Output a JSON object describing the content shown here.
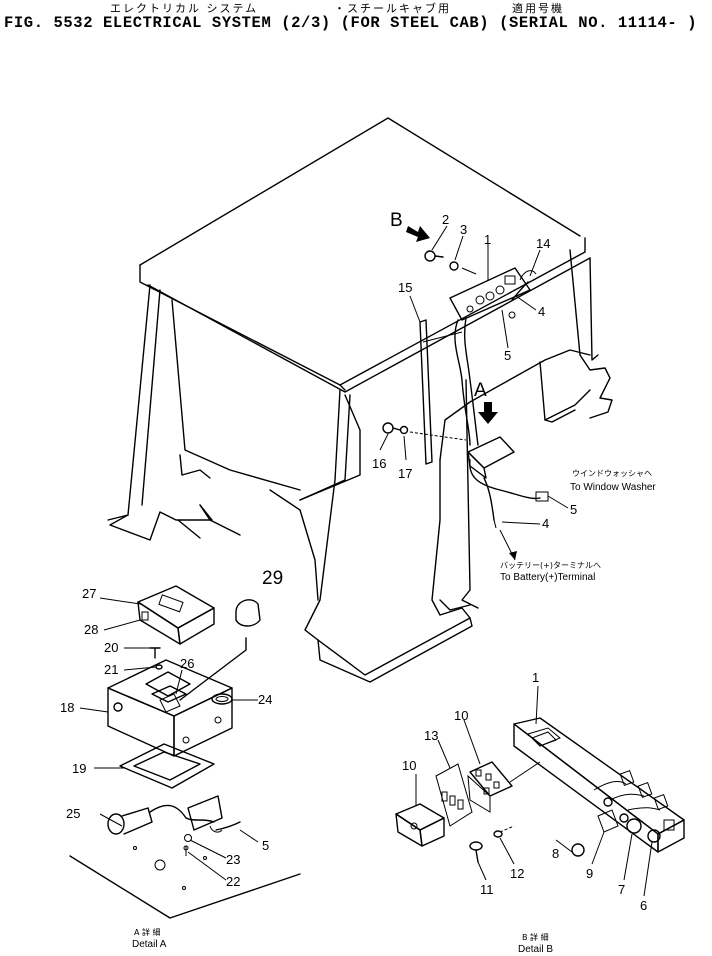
{
  "header": {
    "jp_1": "エレクトリカル システム",
    "jp_2": "・スチールキャブ用",
    "jp_3": "適用号機",
    "title": "FIG. 5532  ELECTRICAL SYSTEM (2/3) (FOR STEEL CAB) (SERIAL NO. 11114- )"
  },
  "views": {
    "arrow_b": "B",
    "arrow_a": "A"
  },
  "notes": {
    "washer_jp": "ウインドウォッシャヘ",
    "washer_en": "To Window Washer",
    "battery_jp": "バッテリー(+)ターミナルへ",
    "battery_en": "To Battery(+)Terminal",
    "detail_a_jp": "A 詳 細",
    "detail_a_en": "Detail A",
    "detail_b_jp": "B 詳 細",
    "detail_b_en": "Detail B"
  },
  "callouts": {
    "main_1": "1",
    "main_2": "2",
    "main_3": "3",
    "main_4a": "4",
    "main_4b": "4",
    "main_5a": "5",
    "main_5b": "5",
    "main_14": "14",
    "main_15": "15",
    "main_16": "16",
    "main_17": "17",
    "a_5": "5",
    "a_18": "18",
    "a_19": "19",
    "a_20": "20",
    "a_21": "21",
    "a_22": "22",
    "a_23": "23",
    "a_24": "24",
    "a_25": "25",
    "a_26": "26",
    "a_27": "27",
    "a_28": "28",
    "a_29": "29",
    "b_1": "1",
    "b_6": "6",
    "b_7": "7",
    "b_8": "8",
    "b_9": "9",
    "b_10a": "10",
    "b_10b": "10",
    "b_11": "11",
    "b_12": "12",
    "b_13": "13"
  }
}
